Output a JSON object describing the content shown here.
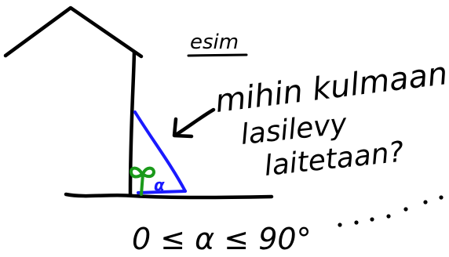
{
  "colors": {
    "ink": "#000000",
    "board_lines": "#1a1aff",
    "plant": "#1a9a1a",
    "background": "#ffffff"
  },
  "labels": {
    "example": "esim",
    "question_line1": "mihin kulmaan",
    "question_line2": "lasilevy",
    "question_line3": "laitetaan?",
    "angle_symbol": "α",
    "inequality": "0 ≤ α ≤ 90°"
  },
  "icons": {
    "arrow": "arrow-pointing-down-left",
    "plant": "sprout-icon",
    "trailing_dots": "dots"
  }
}
